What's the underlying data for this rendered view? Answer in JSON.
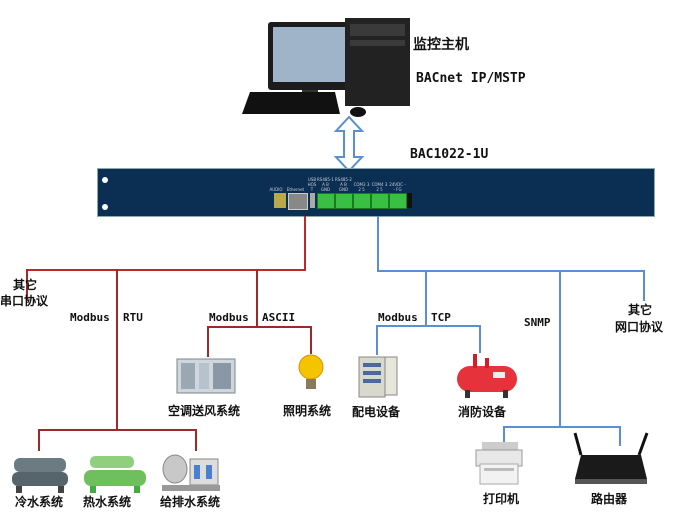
{
  "host": {
    "name": "监控主机",
    "protocol": "BACnet IP/MSTP"
  },
  "device": {
    "model": "BAC1022-1U",
    "ports": [
      "AUDIO",
      "Ethernet",
      "USB HOST",
      "RS485-1 A B GND",
      "RS485-2 A B GND",
      "COM3 3 2 5",
      "COM4 3 2 5",
      "24VDC - - FG"
    ]
  },
  "serial": {
    "other_label_1": "其它",
    "other_label_2": "串口协议",
    "rtu_label": "Modbus  RTU",
    "ascii_label": "Modbus  ASCII",
    "rtu_devices": [
      "冷水系统",
      "热水系统",
      "给排水系统"
    ],
    "ascii_devices": [
      "空调送风系统",
      "照明系统"
    ]
  },
  "network": {
    "tcp_label": "Modbus  TCP",
    "snmp_label": "SNMP",
    "other_label_1": "其它",
    "other_label_2": "网口协议",
    "tcp_devices": [
      "配电设备",
      "消防设备"
    ],
    "snmp_devices": [
      "打印机",
      "路由器"
    ]
  },
  "colors": {
    "serial_line": "#9b2b2b",
    "network_line": "#5b8fd2",
    "device_panel": "#0b2f52",
    "arrow": "#5b8fd2"
  }
}
